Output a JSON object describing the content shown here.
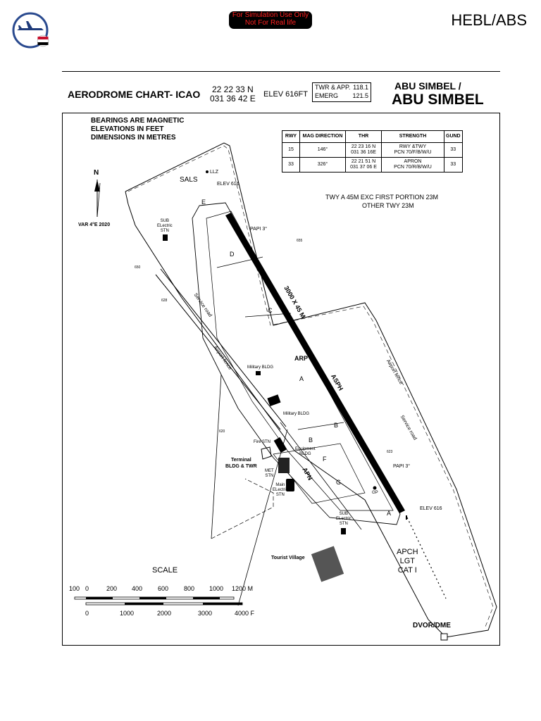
{
  "header": {
    "sim_line1": "For Simulation Use Only",
    "sim_line2": "Not For Real life",
    "icao_code": "HEBL/ABS"
  },
  "chart": {
    "title": "AERODROME CHART- ICAO",
    "coord_lat": "22 22 33 N",
    "coord_lon": "031 36 42 E",
    "elev": "ELEV 616FT",
    "freq": [
      {
        "name": "TWR & APP.",
        "value": "118.1"
      },
      {
        "name": "EMERG",
        "value": "121.5"
      }
    ],
    "aerodrome_line1": "ABU SIMBEL /",
    "aerodrome_line2": "ABU SIMBEL"
  },
  "notes": [
    "BEARINGS ARE MAGNETIC",
    "ELEVATIONS IN FEET",
    "DIMENSIONS IN METRES"
  ],
  "runway_table": {
    "headers": [
      "RWY",
      "MAG DIRECTION",
      "THR",
      "STRENGTH",
      "GUND"
    ],
    "rows": [
      {
        "rwy": "15",
        "mag": "146°",
        "thr1": "22 23 16 N",
        "thr2": "031 36 16E",
        "str1": "RWY &TWY",
        "str2": "PCN 70/F/B/W/U",
        "gund": "33"
      },
      {
        "rwy": "33",
        "mag": "326°",
        "thr1": "22 21 51 N",
        "thr2": "031 37 06 E",
        "str1": "APRON",
        "str2": "PCN 70/R/B/W/U",
        "gund": "33"
      }
    ]
  },
  "map_labels": {
    "north": "N",
    "var": "VAR 4°E 2020",
    "sals": "SALS",
    "llz": "LLZ",
    "elev_n": "ELEV 616",
    "elev_s": "ELEV 616",
    "twy_note1": "TWY A 45M  EXC FIRST PORTION 23M",
    "twy_note2": "OTHER TWY 23M",
    "papi_n": "PAPI 3°",
    "papi_s": "PAPI 3°",
    "runway_dim": "3000 X 45 M",
    "arp": "ARP",
    "asph": "ASPH",
    "apn": "APN",
    "twy_a1": "A",
    "twy_a2": "A",
    "twy_b1": "B",
    "twy_b2": "B",
    "twy_c": "C",
    "twy_d": "D",
    "twy_e": "E",
    "twy_f": "F",
    "twy_g": "G",
    "sub_stn_n1": "SUB",
    "sub_stn_n2": "ELectric",
    "sub_stn_n3": "STN",
    "sub_stn_s1": "SUB",
    "sub_stn_s2": "ELectric",
    "sub_stn_s3": "STN",
    "spot_655": "655",
    "spot_650": "650",
    "spot_628": "628",
    "spot_620": "620",
    "spot_623": "623",
    "service_road_w": "Service road",
    "service_road_e": "Service road",
    "airport_fence_w": "Airport fence",
    "airport_fence_e": "Airport fence",
    "military_bldg1": "Military BLDG",
    "military_bldg2": "Military BLDG",
    "fire_stn": "Fire STN",
    "equipment_bldg1": "Equipment",
    "equipment_bldg2": "BLDG",
    "terminal1": "Terminal",
    "terminal2": "BLDG & TWR",
    "met1": "MET",
    "met2": "STN",
    "main_elec1": "Main",
    "main_elec2": "ELectric",
    "main_elec3": "STN",
    "gp": "GP",
    "tourist_village": "Tourist Village",
    "apch1": "APCH",
    "apch2": "LGT",
    "apch3": "CAT I",
    "dvor": "DVOR/DME",
    "scale": "SCALE",
    "scale_m": [
      "100",
      "0",
      "200",
      "400",
      "600",
      "800",
      "1000",
      "1200 M"
    ],
    "scale_f": [
      "0",
      "1000",
      "2000",
      "3000",
      "4000 F"
    ]
  }
}
